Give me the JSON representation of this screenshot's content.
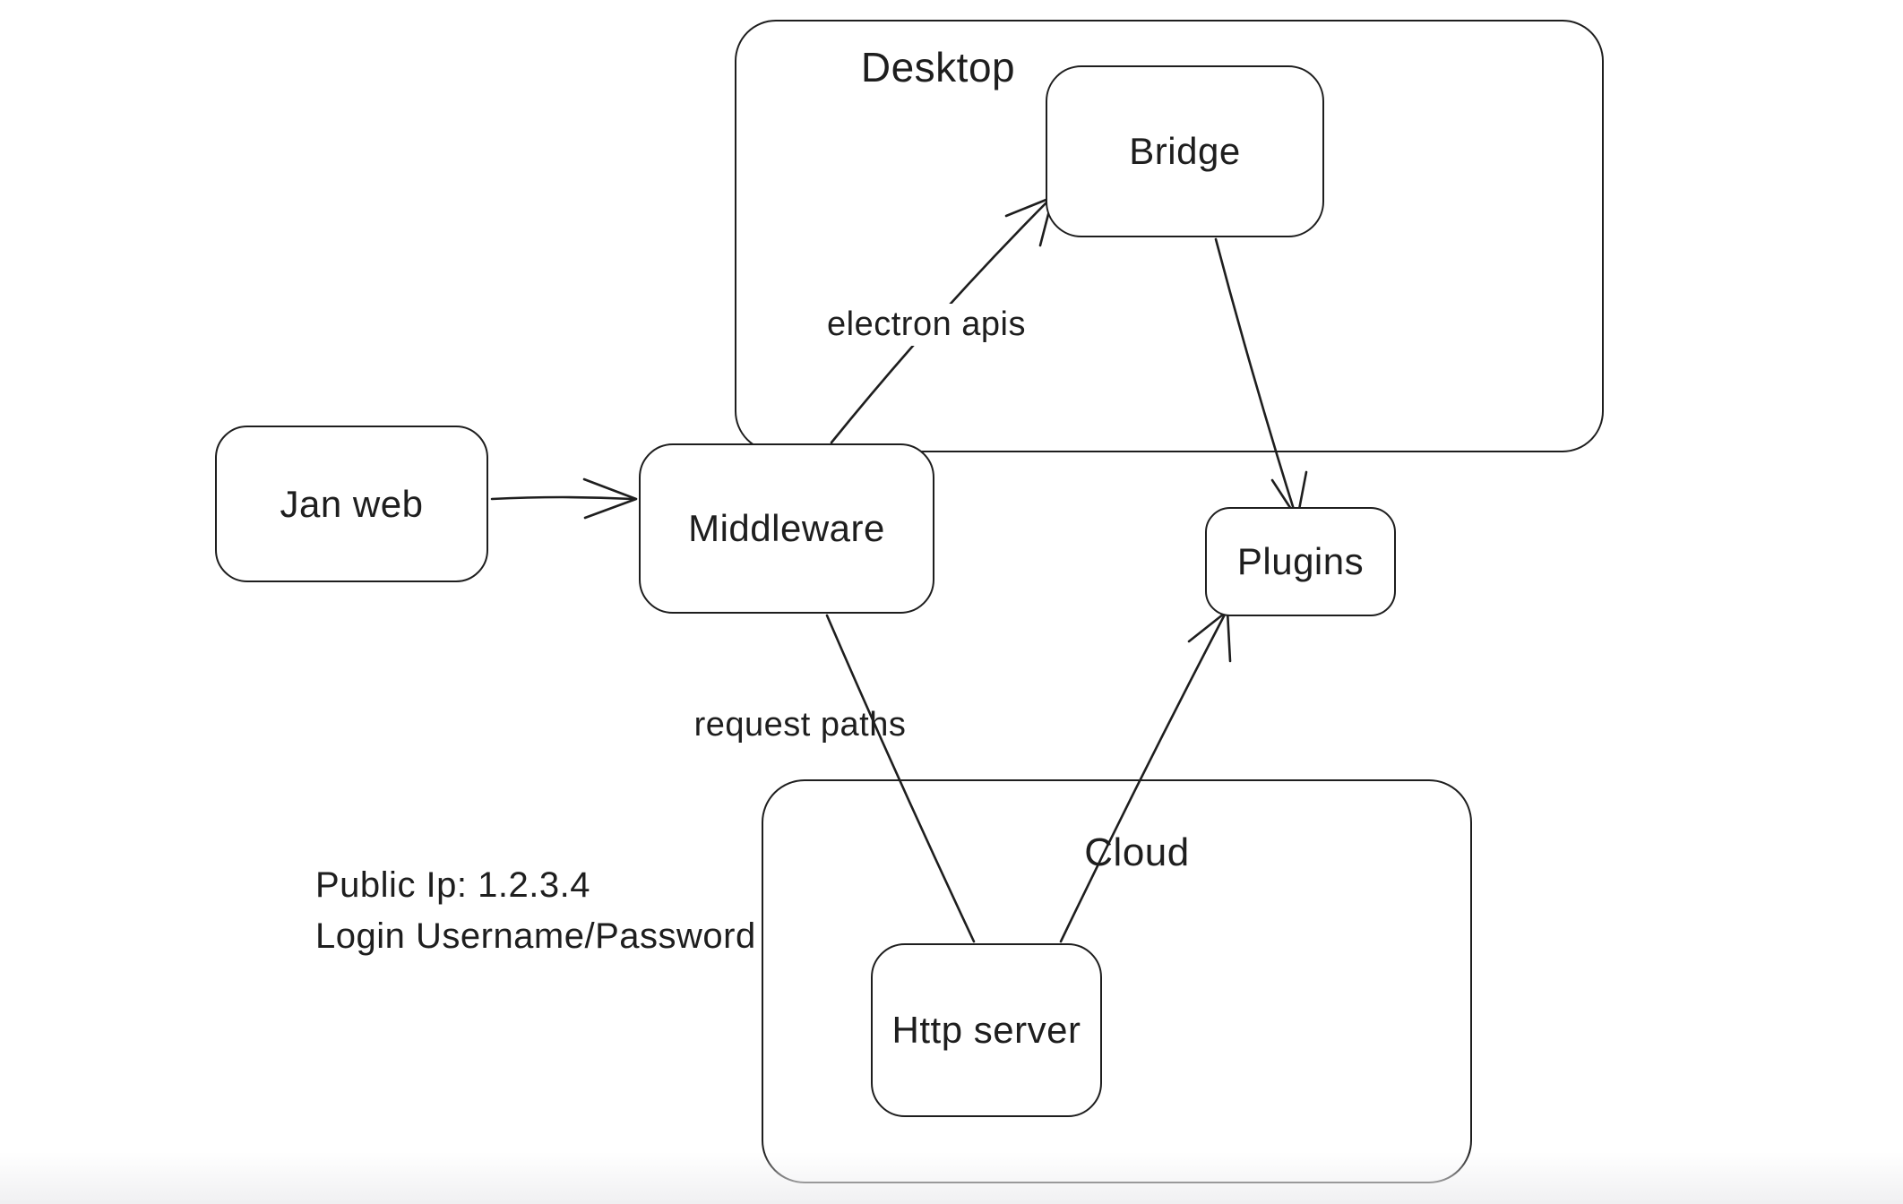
{
  "canvas": {
    "background_color": "#ffffff",
    "stroke_color": "#1e1e1e"
  },
  "containers": [
    {
      "id": "desktop",
      "label": "Desktop"
    },
    {
      "id": "cloud",
      "label": "Cloud"
    }
  ],
  "nodes": [
    {
      "id": "jan-web",
      "label": "Jan web"
    },
    {
      "id": "middleware",
      "label": "Middleware"
    },
    {
      "id": "bridge",
      "label": "Bridge"
    },
    {
      "id": "plugins",
      "label": "Plugins"
    },
    {
      "id": "http-server",
      "label": "Http server"
    }
  ],
  "edges": [
    {
      "id": "jan-web-to-middleware",
      "from": "Jan web",
      "to": "Middleware",
      "label": "",
      "arrowhead": "open"
    },
    {
      "id": "middleware-to-bridge",
      "from": "Middleware",
      "to": "Bridge",
      "label": "electron apis",
      "arrowhead": "open"
    },
    {
      "id": "bridge-to-plugins",
      "from": "Bridge",
      "to": "Plugins",
      "label": "",
      "arrowhead": "open"
    },
    {
      "id": "middleware-to-http-server",
      "from": "Middleware",
      "to": "Http server",
      "label": "request paths",
      "arrowhead": "none"
    },
    {
      "id": "http-server-to-plugins",
      "from": "Http server",
      "to": "Plugins",
      "label": "",
      "arrowhead": "open"
    }
  ],
  "annotation": {
    "line1": "Public Ip: 1.2.3.4",
    "line2": "Login Username/Password"
  }
}
